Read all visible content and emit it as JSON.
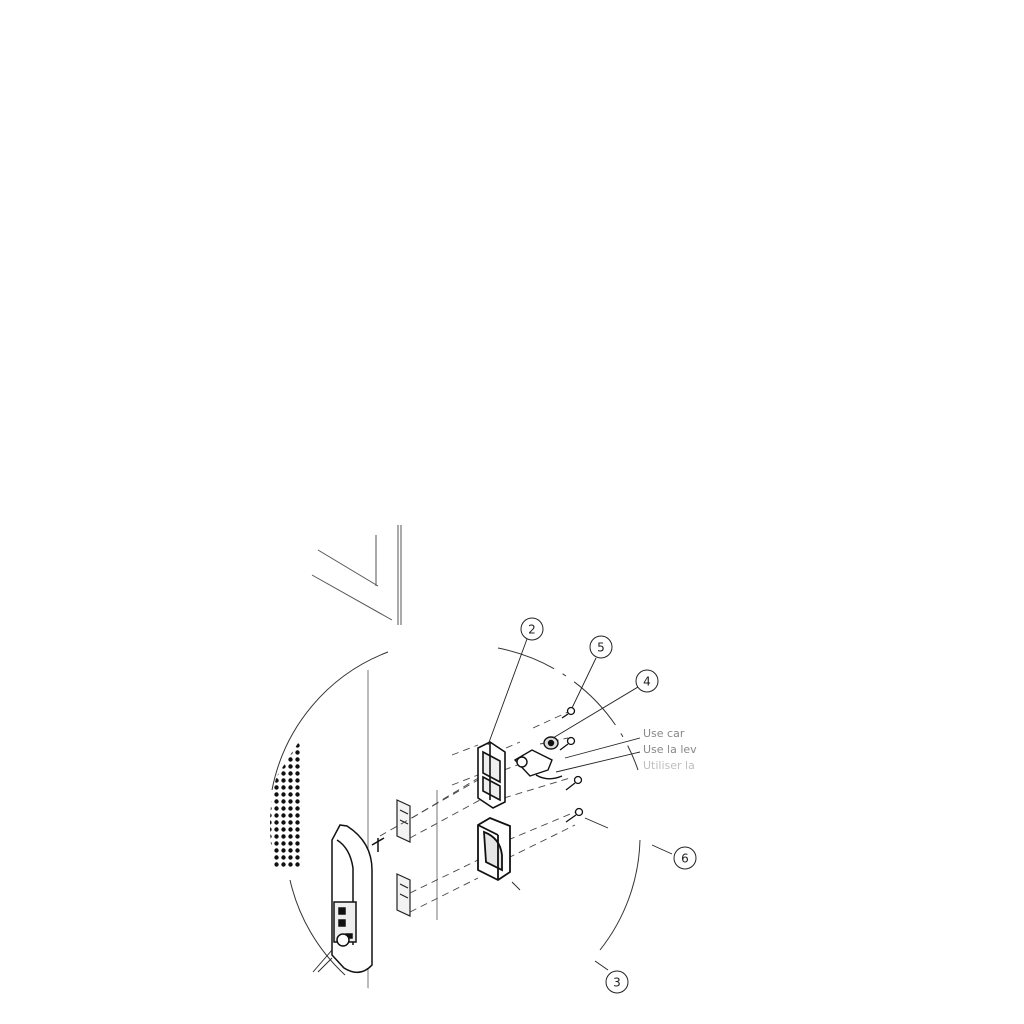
{
  "diagram": {
    "callouts": [
      {
        "id": "2",
        "label": "2"
      },
      {
        "id": "5",
        "label": "5"
      },
      {
        "id": "4",
        "label": "4"
      },
      {
        "id": "6",
        "label": "6"
      },
      {
        "id": "3",
        "label": "3"
      }
    ],
    "notes": [
      "Use car",
      "Use la lev",
      "Utiliser la"
    ],
    "colors": {
      "line": "#222222",
      "faint": "#999999",
      "background": "#ffffff"
    }
  }
}
